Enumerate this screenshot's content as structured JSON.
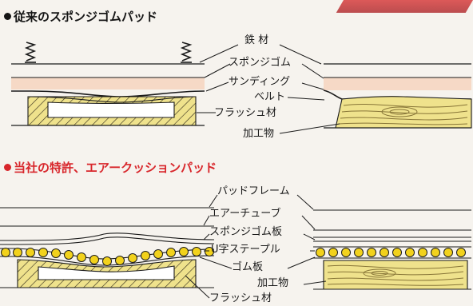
{
  "section1": {
    "title": "従来のスポンジゴムパッド",
    "labels": {
      "iron": "鉄 材",
      "sponge": "スポンジゴム",
      "sanding": "サンディング",
      "belt": "ベルト",
      "flush": "フラッシュ材",
      "workpiece": "加工物"
    }
  },
  "section2": {
    "title": "当社の特許、エアークッションパッド",
    "labels": {
      "frame": "パッドフレーム",
      "tube": "エアーチューブ",
      "sponge_plate": "スポンジゴム板",
      "staple": "U字ステープル",
      "rubber_plate": "ゴム板",
      "workpiece": "加工物",
      "flush": "フラッシュ材"
    }
  },
  "colors": {
    "title1": "#151515",
    "title2": "#d8262b",
    "sponge": "#f6d9c6",
    "wood": "#efe28c",
    "staple": "#f2d21c",
    "belt_strip": "#c84244",
    "line": "#1b1b1b"
  }
}
